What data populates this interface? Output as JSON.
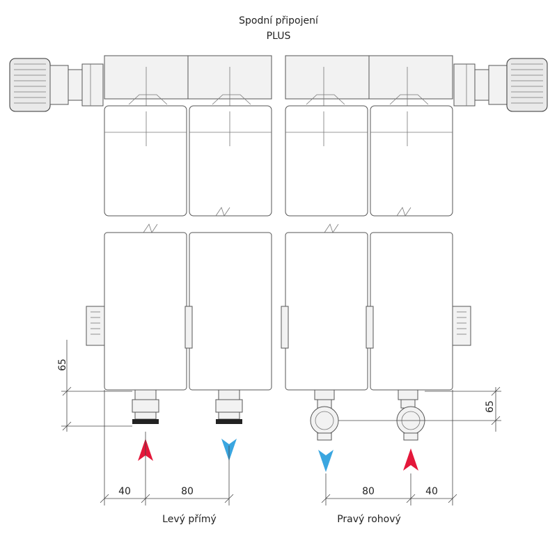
{
  "title": {
    "line1": "Spodní připojení",
    "line2": "PLUS"
  },
  "connections": [
    {
      "label": "Levý přímý",
      "dims": {
        "offset": "40",
        "spacing": "80",
        "height": "65"
      }
    },
    {
      "label": "Pravý rohový",
      "dims": {
        "offset": "40",
        "spacing": "80",
        "height": "65"
      }
    }
  ],
  "colors": {
    "supply": "#e4173a",
    "return": "#3aa6e0",
    "line": "#555555"
  },
  "icons": [
    "thermostatic-head-icon",
    "supply-arrow-icon",
    "return-arrow-icon",
    "break-line-icon"
  ]
}
